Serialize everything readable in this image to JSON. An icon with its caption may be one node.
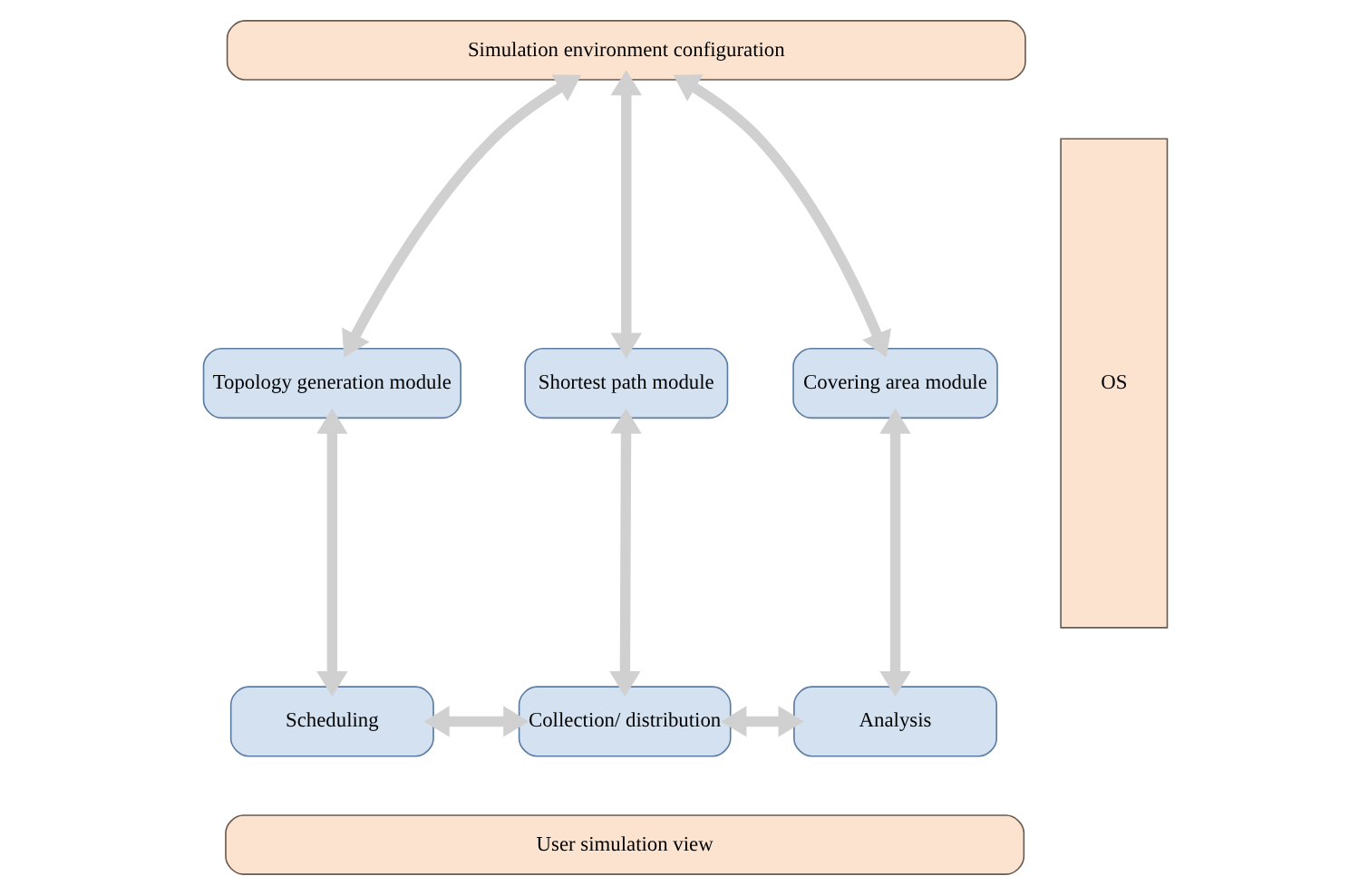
{
  "diagram": {
    "nodes": [
      {
        "text": [
          "Simulation environment configuration"
        ]
      },
      {
        "text": [
          "Topology generation module"
        ]
      },
      {
        "text": [
          "Shortest path module"
        ]
      },
      {
        "text": [
          "Covering area module"
        ]
      },
      {
        "text": [
          "Scheduling"
        ]
      },
      {
        "text": [
          "Collection/ distribution"
        ]
      },
      {
        "text": [
          "Analysis"
        ]
      },
      {
        "text": [
          "User simulation view"
        ]
      },
      {
        "text": [
          "OS"
        ]
      }
    ],
    "edges": [
      {
        "from": 0,
        "to": 1,
        "arrow": "both"
      },
      {
        "from": 0,
        "to": 2,
        "arrow": "both"
      },
      {
        "from": 0,
        "to": 3,
        "arrow": "both"
      },
      {
        "from": 1,
        "to": 4,
        "arrow": "both"
      },
      {
        "from": 2,
        "to": 5,
        "arrow": "both"
      },
      {
        "from": 3,
        "to": 6,
        "arrow": "both"
      },
      {
        "from": 4,
        "to": 5,
        "arrow": "both"
      },
      {
        "from": 5,
        "to": 6,
        "arrow": "both"
      }
    ]
  }
}
